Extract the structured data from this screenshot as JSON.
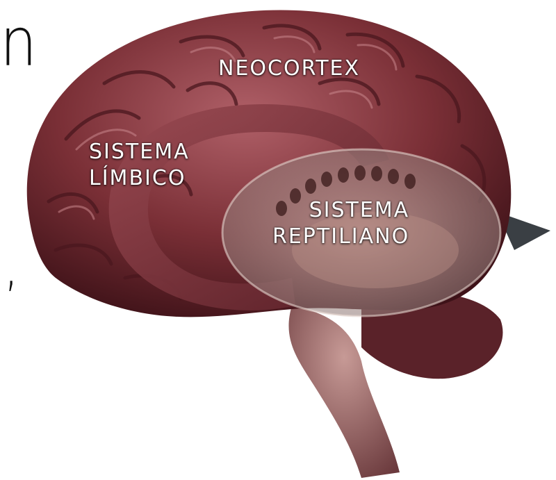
{
  "fragments": {
    "top_letter": "n",
    "comma": "’"
  },
  "labels": {
    "neocortex": "NEOCORTEX",
    "limbic": {
      "line1": "SISTEMA",
      "line2": "LÍMBICO"
    },
    "reptilian": {
      "line1": "SISTEMA",
      "line2": "REPTILIANO"
    }
  },
  "colors": {
    "brain": "#7a2f36",
    "brain_highlight": "#b66a70",
    "brain_shadow": "#3e1218",
    "brainstem": "#a67877",
    "label_text": "#ffffff"
  }
}
